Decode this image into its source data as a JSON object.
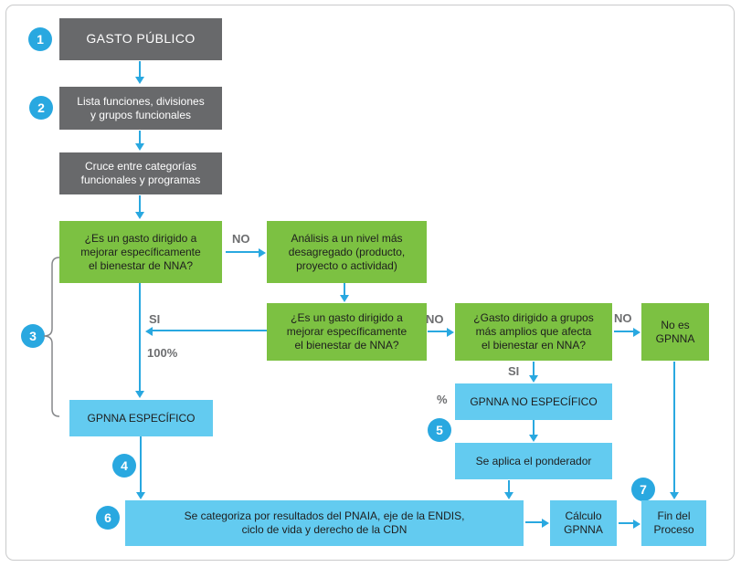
{
  "colors": {
    "gray_box": "#68696b",
    "green_box": "#7cc142",
    "blue_box": "#63cbf0",
    "badge_blue": "#29a8e0",
    "arrow_blue": "#29a8e0",
    "label_gray": "#6d6e70"
  },
  "badges": {
    "b1": "1",
    "b2": "2",
    "b3": "3",
    "b4": "4",
    "b5": "5",
    "b6": "6",
    "b7": "7"
  },
  "labels": {
    "no1": "NO",
    "no2": "NO",
    "no3": "NO",
    "si_left": "SI",
    "si_right": "SI",
    "pct_100": "100%",
    "pct": "%"
  },
  "boxes": {
    "gasto_publico": "GASTO PÚBLICO",
    "lista_funciones": "Lista funciones, divisiones\ny grupos funcionales",
    "cruce_categorias": "Cruce entre categorías\nfuncionales y programas",
    "decision_especifico_1": "¿Es un gasto dirigido a\nmejorar específicamente\nel bienestar de NNA?",
    "analisis_desagregado": "Análisis a un nivel más\ndesagregado (producto,\nproyecto o actividad)",
    "decision_especifico_2": "¿Es un gasto dirigido a\nmejorar específicamente\nel bienestar de NNA?",
    "decision_grupos_amplios": "¿Gasto dirigido a grupos\nmás amplios que afecta\nel bienestar en NNA?",
    "no_es_gpnna": "No es\nGPNNA",
    "gpnna_no_especifico": "GPNNA NO ESPECÍFICO",
    "se_aplica_ponderador": "Se aplica el ponderador",
    "gpnna_especifico": "GPNNA ESPECÍFICO",
    "categoriza_resultados": "Se categoriza por resultados del PNAIA, eje de la ENDIS,\nciclo de vida y derecho de la CDN",
    "calculo_gpnna": "Cálculo\nGPNNA",
    "fin_proceso": "Fin del\nProceso"
  }
}
